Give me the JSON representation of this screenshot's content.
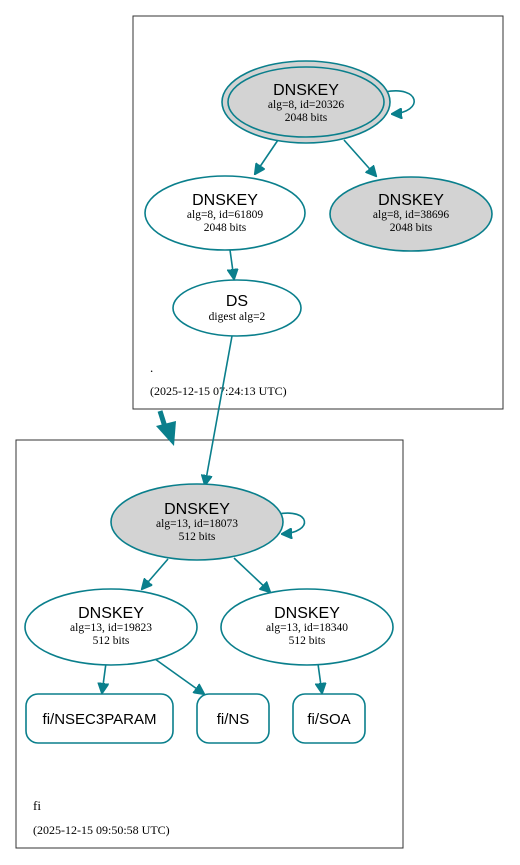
{
  "zones": {
    "root": {
      "name": ".",
      "timestamp": "(2025-12-15 07:24:13 UTC)"
    },
    "fi": {
      "name": "fi",
      "timestamp": "(2025-12-15 09:50:58 UTC)"
    }
  },
  "nodes": {
    "root_ksk": {
      "title": "DNSKEY",
      "line1": "alg=8, id=20326",
      "line2": "2048 bits"
    },
    "root_zsk1": {
      "title": "DNSKEY",
      "line1": "alg=8, id=61809",
      "line2": "2048 bits"
    },
    "root_zsk2": {
      "title": "DNSKEY",
      "line1": "alg=8, id=38696",
      "line2": "2048 bits"
    },
    "ds": {
      "title": "DS",
      "line1": "digest alg=2"
    },
    "fi_ksk": {
      "title": "DNSKEY",
      "line1": "alg=13, id=18073",
      "line2": "512 bits"
    },
    "fi_zsk1": {
      "title": "DNSKEY",
      "line1": "alg=13, id=19823",
      "line2": "512 bits"
    },
    "fi_zsk2": {
      "title": "DNSKEY",
      "line1": "alg=13, id=18340",
      "line2": "512 bits"
    }
  },
  "rrsets": {
    "nsec3param": "fi/NSEC3PARAM",
    "ns": "fi/NS",
    "soa": "fi/SOA"
  },
  "colors": {
    "edge": "#0a7f8c",
    "ksk_fill": "#d3d3d3",
    "node_fill": "#ffffff",
    "border": "#333333"
  }
}
